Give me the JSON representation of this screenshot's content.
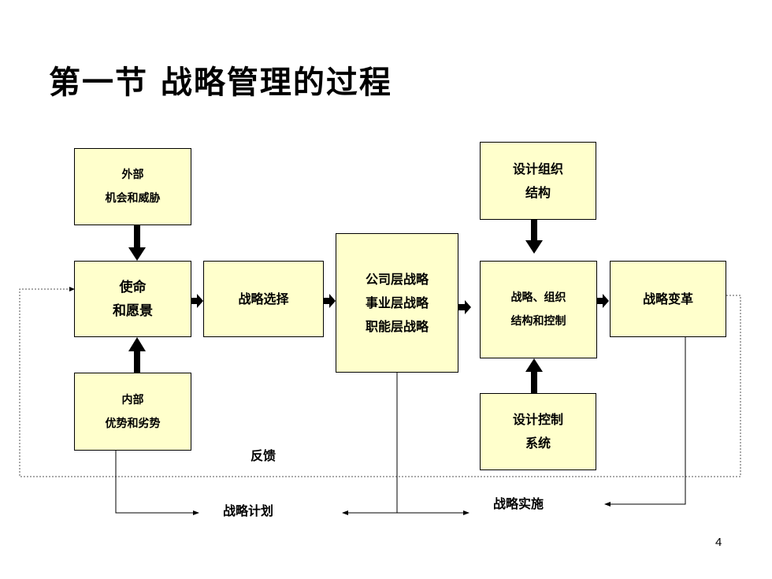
{
  "slide": {
    "title": "第一节  战略管理的过程",
    "page_number": "4"
  },
  "diagram": {
    "external": [
      "外部",
      "机会和威胁"
    ],
    "mission": [
      "使命",
      "和愿景"
    ],
    "internal": [
      "内部",
      "优势和劣势"
    ],
    "choice": [
      "战略选择"
    ],
    "levels": [
      "公司层战略",
      "事业层战略",
      "职能层战略"
    ],
    "org_structure": [
      "设计组织",
      "结构"
    ],
    "strategy_control": [
      "战略、组织",
      "结构和控制"
    ],
    "control_system": [
      "设计控制",
      "系统"
    ],
    "change": [
      "战略变革"
    ],
    "labels": {
      "feedback": "反馈",
      "plan": "战略计划",
      "implementation": "战略实施"
    }
  }
}
